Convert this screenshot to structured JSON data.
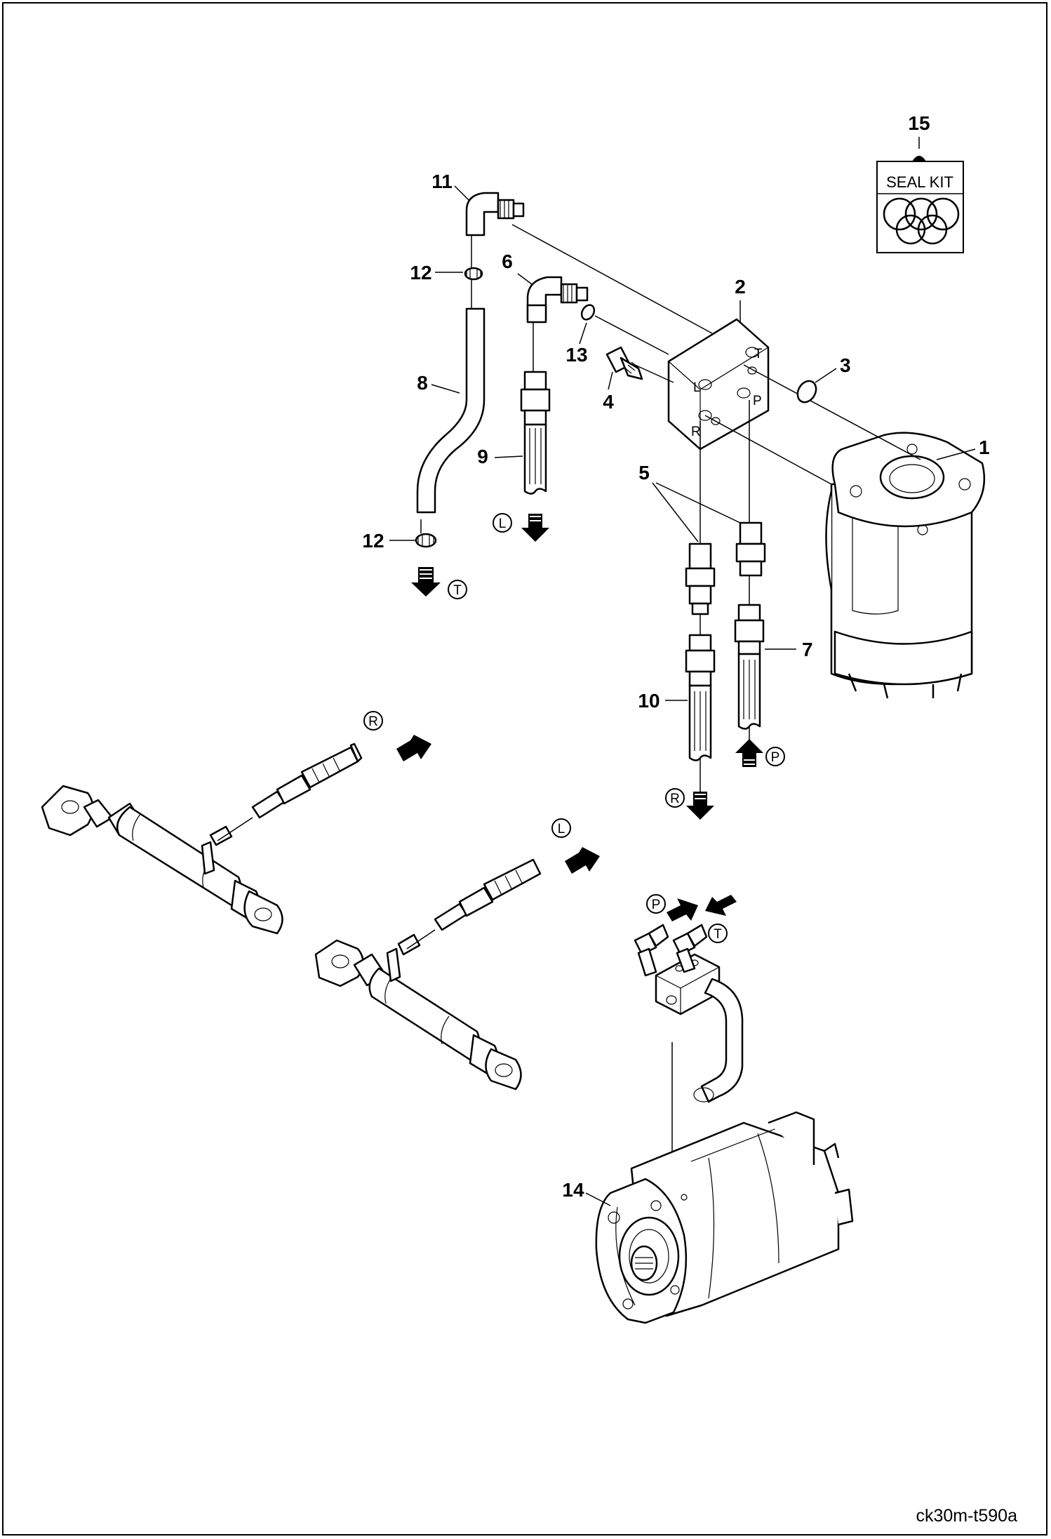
{
  "drawing_code": "ck30m-t590a",
  "seal_kit": {
    "number": "15",
    "label": "SEAL KIT"
  },
  "callouts": [
    {
      "id": "c1",
      "text": "1"
    },
    {
      "id": "c2",
      "text": "2"
    },
    {
      "id": "c3",
      "text": "3"
    },
    {
      "id": "c4",
      "text": "4"
    },
    {
      "id": "c5",
      "text": "5"
    },
    {
      "id": "c6",
      "text": "6"
    },
    {
      "id": "c7",
      "text": "7"
    },
    {
      "id": "c8",
      "text": "8"
    },
    {
      "id": "c9",
      "text": "9"
    },
    {
      "id": "c10",
      "text": "10"
    },
    {
      "id": "c11",
      "text": "11"
    },
    {
      "id": "c12a",
      "text": "12"
    },
    {
      "id": "c12b",
      "text": "12"
    },
    {
      "id": "c13",
      "text": "13"
    },
    {
      "id": "c14",
      "text": "14"
    }
  ],
  "ports": {
    "T": "T",
    "P": "P",
    "L": "L",
    "R": "R"
  }
}
